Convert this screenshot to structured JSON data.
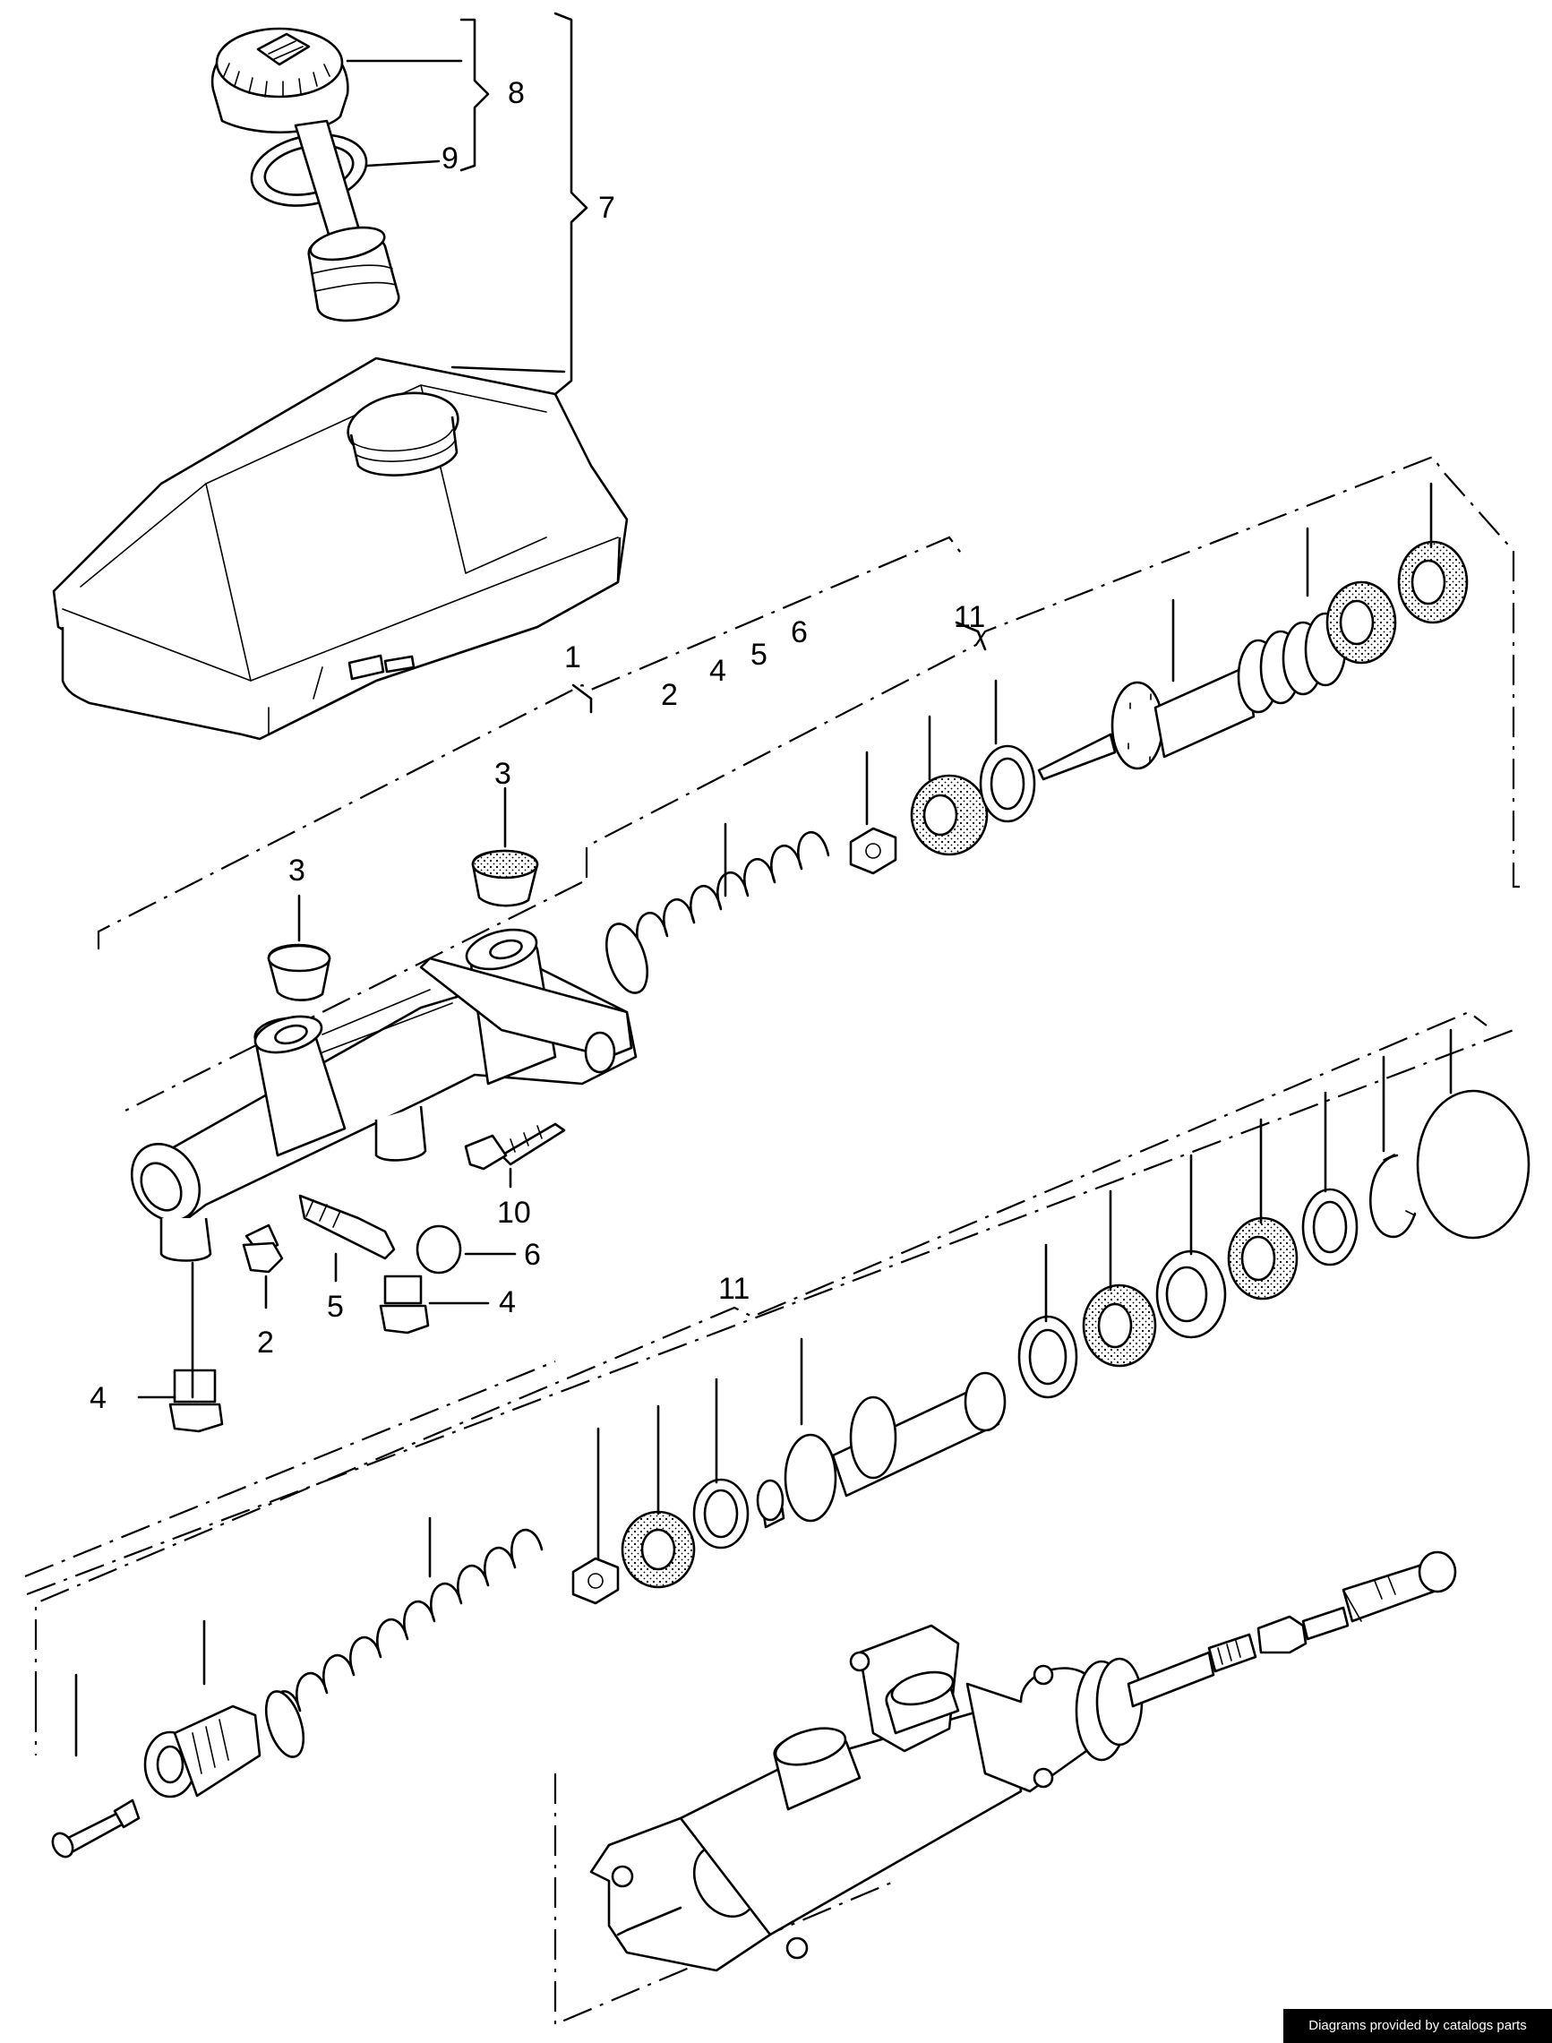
{
  "callouts": {
    "n1": "1",
    "n2_top": "2",
    "n4_top": "4",
    "n5_top": "5",
    "n6_top": "6",
    "n7": "7",
    "n8": "8",
    "n9": "9",
    "n10": "10",
    "n11_upper": "11",
    "n11_lower": "11",
    "n3_left": "3",
    "n3_right": "3",
    "n2": "2",
    "n4_left": "4",
    "n4_right": "4",
    "n5": "5",
    "n6": "6"
  },
  "credit": "Diagrams provided by catalogs parts"
}
